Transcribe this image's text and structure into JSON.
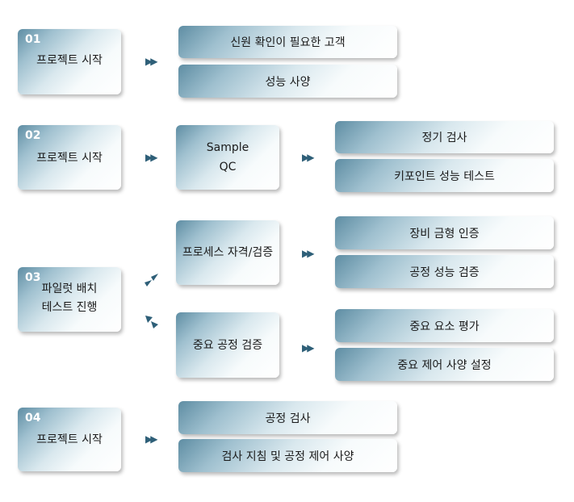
{
  "colors": {
    "arrow": "#2e5f78"
  },
  "steps": [
    {
      "num": "01",
      "label": "프로젝트 시작"
    },
    {
      "num": "02",
      "label": "프로젝트 시작"
    },
    {
      "num": "03",
      "label": "파일럿 배치\n테스트 진행"
    },
    {
      "num": "04",
      "label": "프로젝트 시작"
    }
  ],
  "arrows": {
    "glyph": "▶▶"
  },
  "branches": {
    "step1": [
      "신원 확인이 필요한 고객",
      "성능 사양"
    ],
    "step2_mid": "Sample\nQC",
    "step2": [
      "정기 검사",
      "키포인트 성능 테스트"
    ],
    "step3_mid_a": "프로세스 자격/검증",
    "step3_a": [
      "장비 금형 인증",
      "공정 성능 검증"
    ],
    "step3_mid_b": "중요 공정 검증",
    "step3_b": [
      "중요 요소 평가",
      "중요 제어 사양 설정"
    ],
    "step4": [
      "공정 검사",
      "검사 지침 및 공정 제어 사양"
    ]
  }
}
